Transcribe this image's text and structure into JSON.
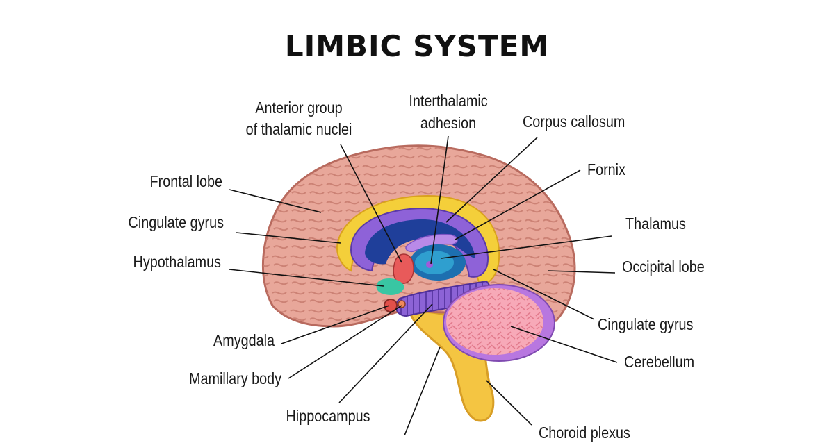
{
  "title": "LIMBIC SYSTEM",
  "labels": {
    "anterior_group_line1": "Anterior group",
    "anterior_group_line2": "of thalamic nuclei",
    "interthalamic_line1": "Interthalamic",
    "interthalamic_line2": "adhesion",
    "corpus_callosum": "Corpus callosum",
    "fornix": "Fornix",
    "frontal_lobe": "Frontal lobe",
    "cingulate_gyrus_left": "Cingulate gyrus",
    "thalamus": "Thalamus",
    "hypothalamus": "Hypothalamus",
    "occipital_lobe": "Occipital lobe",
    "cingulate_gyrus_right": "Cingulate gyrus",
    "amygdala": "Amygdala",
    "cerebellum": "Cerebellum",
    "mamillary_body": "Mamillary body",
    "hippocampus": "Hippocampus",
    "choroid_plexus": "Choroid plexus"
  },
  "colors": {
    "cortex": "#e8a79a",
    "cortex_outline": "#b86a5e",
    "corpus_callosum": "#f4cf3a",
    "cingulate": "#8e62d8",
    "ventricle": "#1f3f9a",
    "thalamus": "#2f9fcf",
    "brainstem": "#f4c542",
    "cerebellum": "#f7a9b8",
    "amygdala": "#e2504a"
  }
}
